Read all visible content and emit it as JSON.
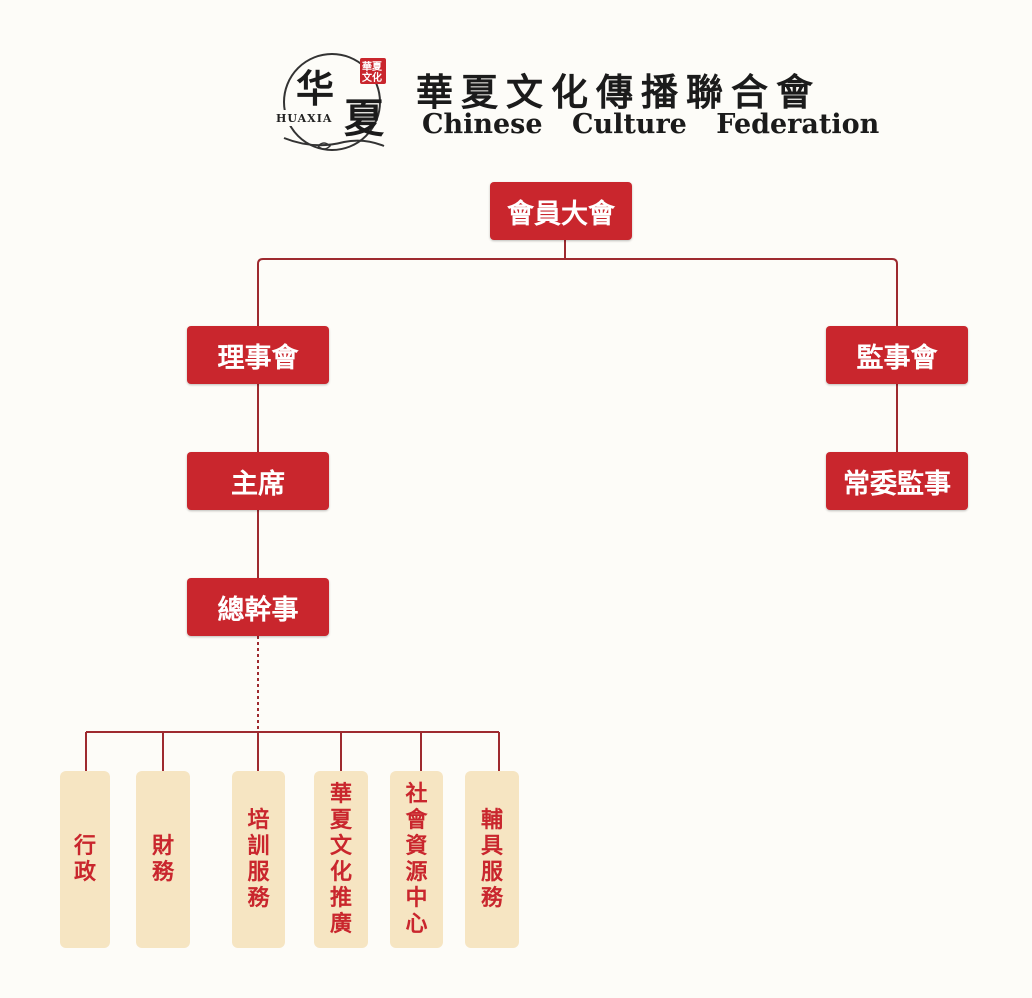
{
  "logo": {
    "seal_characters": "华夏",
    "seal_small": "華夏文化",
    "seal_latin": "HUAXIA",
    "name_cn": "華夏文化傳播聯合會",
    "name_en": "Chinese Culture Federation"
  },
  "colors": {
    "box_red": "#c9262d",
    "dept_beige": "#f6e5c2",
    "background": "#fdfcf8"
  },
  "org": {
    "general_assembly": "會員大會",
    "board": "理事會",
    "supervisors": "監事會",
    "chair": "主席",
    "standing_supervisor": "常委監事",
    "secretary_general": "總幹事",
    "departments": [
      "行政",
      "財務",
      "培訓服務",
      "華夏文化推廣",
      "社會資源中心",
      "輔具服務"
    ]
  }
}
